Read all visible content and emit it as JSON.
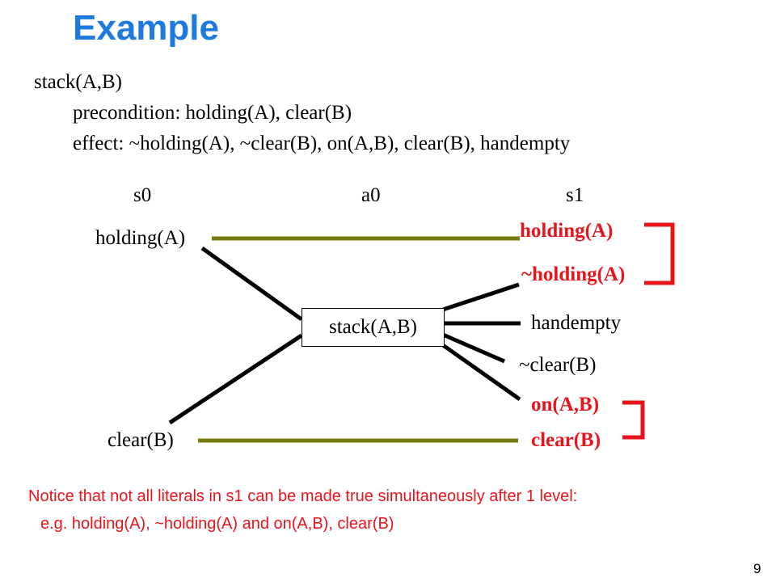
{
  "title": "Example",
  "operator": {
    "name": "stack(A,B)",
    "precondition": "precondition:   holding(A), clear(B)",
    "effect": "effect:   ~holding(A), ~clear(B), on(A,B),  clear(B),  handempty"
  },
  "columns": {
    "s0": "s0",
    "a0": "a0",
    "s1": "s1"
  },
  "s0_literals": {
    "holding": "holding(A)",
    "clear": "clear(B)"
  },
  "action_label": "stack(A,B)",
  "s1_literals": {
    "holding": "holding(A)",
    "not_holding": "~holding(A)",
    "handempty": "handempty",
    "not_clear": "~clear(B)",
    "on": "on(A,B)",
    "clear": "clear(B)"
  },
  "note": {
    "line1": "Notice that not all literals in s1 can be made true simultaneously after 1 level:",
    "line2": "e.g. holding(A), ~holding(A)   and   on(A,B), clear(B)"
  },
  "page_number": "9",
  "colors": {
    "title": "#1f7ae0",
    "mutex": "#e8141b",
    "noop_line": "#7a7a12",
    "edge": "#000000"
  }
}
